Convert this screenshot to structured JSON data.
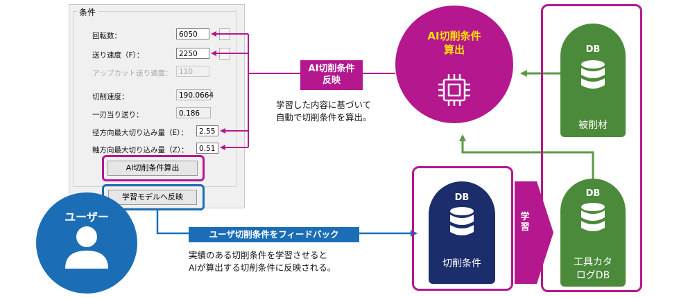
{
  "dialog": {
    "group_title": "条件",
    "fields": [
      {
        "label": "回転数：",
        "value": "6050"
      },
      {
        "label": "送り速度（F）：",
        "value": "2250"
      },
      {
        "label": "アップカット送り速度：",
        "value": "110"
      },
      {
        "label": "切削速度：",
        "value": "190.0664"
      },
      {
        "label": "一刃当り送り：",
        "value": "0.186"
      },
      {
        "label": "径方向最大切り込み量（E）：",
        "value": "2.55"
      },
      {
        "label": "軸方向最大切り込み量（Z）：",
        "value": "0.51"
      }
    ],
    "calc_button": "AI切削条件算出",
    "reflect_button": "学習モデルへ反映"
  },
  "ai": {
    "title_line1": "AI切削条件",
    "title_line2": "算出",
    "reflect_tag_line1": "AI切削条件",
    "reflect_tag_line2": "反映",
    "note_line1": "学習した内容に基づいて",
    "note_line2": "自動で切削条件を算出。"
  },
  "user": {
    "title": "ユーザー",
    "feedback_tag": "ユーザ切削条件をフィードバック",
    "note_line1": "実績のある切削条件を学習させると",
    "note_line2": "AIが算出する切削条件に反映される。"
  },
  "db": {
    "badge": "DB",
    "cutting_label": "切削条件",
    "workpiece_label": "被削材",
    "catalog_line1": "工具カタ",
    "catalog_line2": "ログDB",
    "learn_label": "学習"
  },
  "colors": {
    "magenta": "#b4178e",
    "blue": "#1b6eb6",
    "green": "#4b8a3a",
    "navy": "#1c2d6b",
    "yellow": "#ffe100"
  }
}
